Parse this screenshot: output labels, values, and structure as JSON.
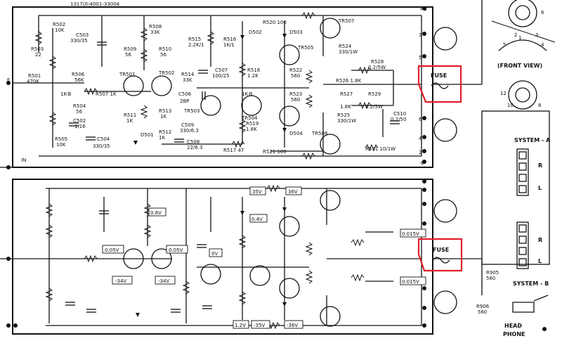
{
  "header_code": "1317(0-4001-33004",
  "top_channel": {
    "resistors": [
      {
        "id": "r502",
        "text": "R502"
      },
      {
        "id": "r502v",
        "text": "10K"
      },
      {
        "id": "r503",
        "text": "R503"
      },
      {
        "id": "r503v",
        "text": "22"
      },
      {
        "id": "r501",
        "text": "R501"
      },
      {
        "id": "r501v",
        "text": "470K"
      },
      {
        "id": "r506",
        "text": "R506"
      },
      {
        "id": "r506v",
        "text": "56K"
      },
      {
        "id": "r504",
        "text": "R504"
      },
      {
        "id": "r504v",
        "text": "56"
      },
      {
        "id": "r505",
        "text": "R505"
      },
      {
        "id": "r505v",
        "text": "10K"
      },
      {
        "id": "r507",
        "text": "R507 1K"
      },
      {
        "id": "r508",
        "text": "R508"
      },
      {
        "id": "r508v",
        "text": "33K"
      },
      {
        "id": "r509",
        "text": "R509"
      },
      {
        "id": "r509v",
        "text": "56"
      },
      {
        "id": "r510",
        "text": "R510"
      },
      {
        "id": "r510v",
        "text": "56"
      },
      {
        "id": "r511",
        "text": "R511"
      },
      {
        "id": "r511v",
        "text": "1K"
      },
      {
        "id": "r512",
        "text": "R512"
      },
      {
        "id": "r512v",
        "text": "1K"
      },
      {
        "id": "r513",
        "text": "R513"
      },
      {
        "id": "r513v",
        "text": "1K"
      },
      {
        "id": "r514",
        "text": "R514"
      },
      {
        "id": "r514v",
        "text": "33K"
      },
      {
        "id": "r515",
        "text": "R515"
      },
      {
        "id": "r515v",
        "text": "2.2K/1"
      },
      {
        "id": "r516",
        "text": "R516"
      },
      {
        "id": "r516v",
        "text": "1K/1"
      },
      {
        "id": "r517",
        "text": "R517 47"
      },
      {
        "id": "r518",
        "text": "R518"
      },
      {
        "id": "r518v",
        "text": "1.2K"
      },
      {
        "id": "r519",
        "text": "R519"
      },
      {
        "id": "r519v",
        "text": "1.8K"
      },
      {
        "id": "r520",
        "text": "R520 100"
      },
      {
        "id": "r521",
        "text": "R521 100"
      },
      {
        "id": "r522",
        "text": "R522"
      },
      {
        "id": "r522v",
        "text": "560"
      },
      {
        "id": "r523",
        "text": "R523"
      },
      {
        "id": "r523v",
        "text": "560"
      },
      {
        "id": "r524",
        "text": "R524"
      },
      {
        "id": "r524v",
        "text": "330/1W"
      },
      {
        "id": "r525",
        "text": "R525"
      },
      {
        "id": "r525v",
        "text": "330/1W"
      },
      {
        "id": "r526",
        "text": "R526 1.8K"
      },
      {
        "id": "r527",
        "text": "R527"
      },
      {
        "id": "r527v",
        "text": "1.8K"
      },
      {
        "id": "r528",
        "text": "R528"
      },
      {
        "id": "r528v",
        "text": "0.2/5W"
      },
      {
        "id": "r529",
        "text": "R529"
      },
      {
        "id": "r529v",
        "text": "0.2/5W"
      },
      {
        "id": "r531",
        "text": "R531 10/1W"
      }
    ],
    "capacitors": [
      {
        "id": "c503",
        "text": "C503"
      },
      {
        "id": "c503v",
        "text": "330/35"
      },
      {
        "id": "c502",
        "text": "C502"
      },
      {
        "id": "c502v",
        "text": "1/16"
      },
      {
        "id": "c504",
        "text": "C504"
      },
      {
        "id": "c504v",
        "text": "330/35"
      },
      {
        "id": "c506",
        "text": "C506"
      },
      {
        "id": "c506v",
        "text": "2BP"
      },
      {
        "id": "c507",
        "text": "C507"
      },
      {
        "id": "c507v",
        "text": "100/25"
      },
      {
        "id": "c508",
        "text": "C508"
      },
      {
        "id": "c508v",
        "text": "22/6.3"
      },
      {
        "id": "c509",
        "text": "C509"
      },
      {
        "id": "c509v",
        "text": "330/6.3"
      },
      {
        "id": "c510",
        "text": "C510"
      },
      {
        "id": "c510v",
        "text": "0.2/50"
      }
    ],
    "transistors": [
      {
        "id": "tr501",
        "text": "TR501"
      },
      {
        "id": "tr502",
        "text": "TR502"
      },
      {
        "id": "tr503",
        "text": "TR503"
      },
      {
        "id": "tr504",
        "text": "TR504"
      },
      {
        "id": "tr505",
        "text": "TR505"
      },
      {
        "id": "tr507",
        "text": "TR507"
      },
      {
        "id": "tr508",
        "text": "TR508"
      }
    ],
    "diodes": [
      {
        "id": "d501",
        "text": "D501"
      },
      {
        "id": "d502",
        "text": "D502"
      },
      {
        "id": "d503",
        "text": "D503"
      },
      {
        "id": "d504",
        "text": "D504"
      }
    ],
    "misc": [
      {
        "id": "pot1",
        "text": "1K-B"
      },
      {
        "id": "pot2",
        "text": "1K-B"
      },
      {
        "id": "plusB",
        "text": "+B"
      },
      {
        "id": "minusB",
        "text": "-B"
      },
      {
        "id": "inLabel",
        "text": "IN"
      },
      {
        "id": "eLabel",
        "text": "E"
      }
    ]
  },
  "bottom_channel": {
    "voltages": [
      {
        "id": "v35",
        "text": "35V"
      },
      {
        "id": "v36",
        "text": "36V"
      },
      {
        "id": "v08",
        "text": "0.8V"
      },
      {
        "id": "v04",
        "text": "0.4V"
      },
      {
        "id": "v005a",
        "text": "0.05V"
      },
      {
        "id": "v005b",
        "text": "0.05V"
      },
      {
        "id": "v0",
        "text": "0V"
      },
      {
        "id": "v0015a",
        "text": "0.015V"
      },
      {
        "id": "v0015b",
        "text": "0.015V"
      },
      {
        "id": "vm34a",
        "text": "-34V"
      },
      {
        "id": "vm34b",
        "text": "-34V"
      },
      {
        "id": "v12",
        "text": "1.2V"
      },
      {
        "id": "vm35",
        "text": "-35V"
      },
      {
        "id": "vm36",
        "text": "-36V"
      }
    ]
  },
  "terminals": [
    "1",
    "2",
    "3",
    "4",
    "5",
    "6"
  ],
  "fuse_labels": {
    "top": "FUSE",
    "bottom": "FUSE"
  },
  "right_panel": {
    "front_view": "(FRONT VIEW)",
    "system_a": "SYSTEM - A",
    "system_b": "SYSTEM - B",
    "r_label": "R",
    "l_label": "L",
    "r905": "R905",
    "r905v": "560",
    "r906": "R906",
    "r906v": "560",
    "headphone_1": "HEAD",
    "headphone_2": "PHONE",
    "socket_pins": [
      "1",
      "2",
      "3",
      "4",
      "5",
      "6",
      "12",
      "10",
      "8"
    ]
  },
  "highlight_color": "#e0202a"
}
